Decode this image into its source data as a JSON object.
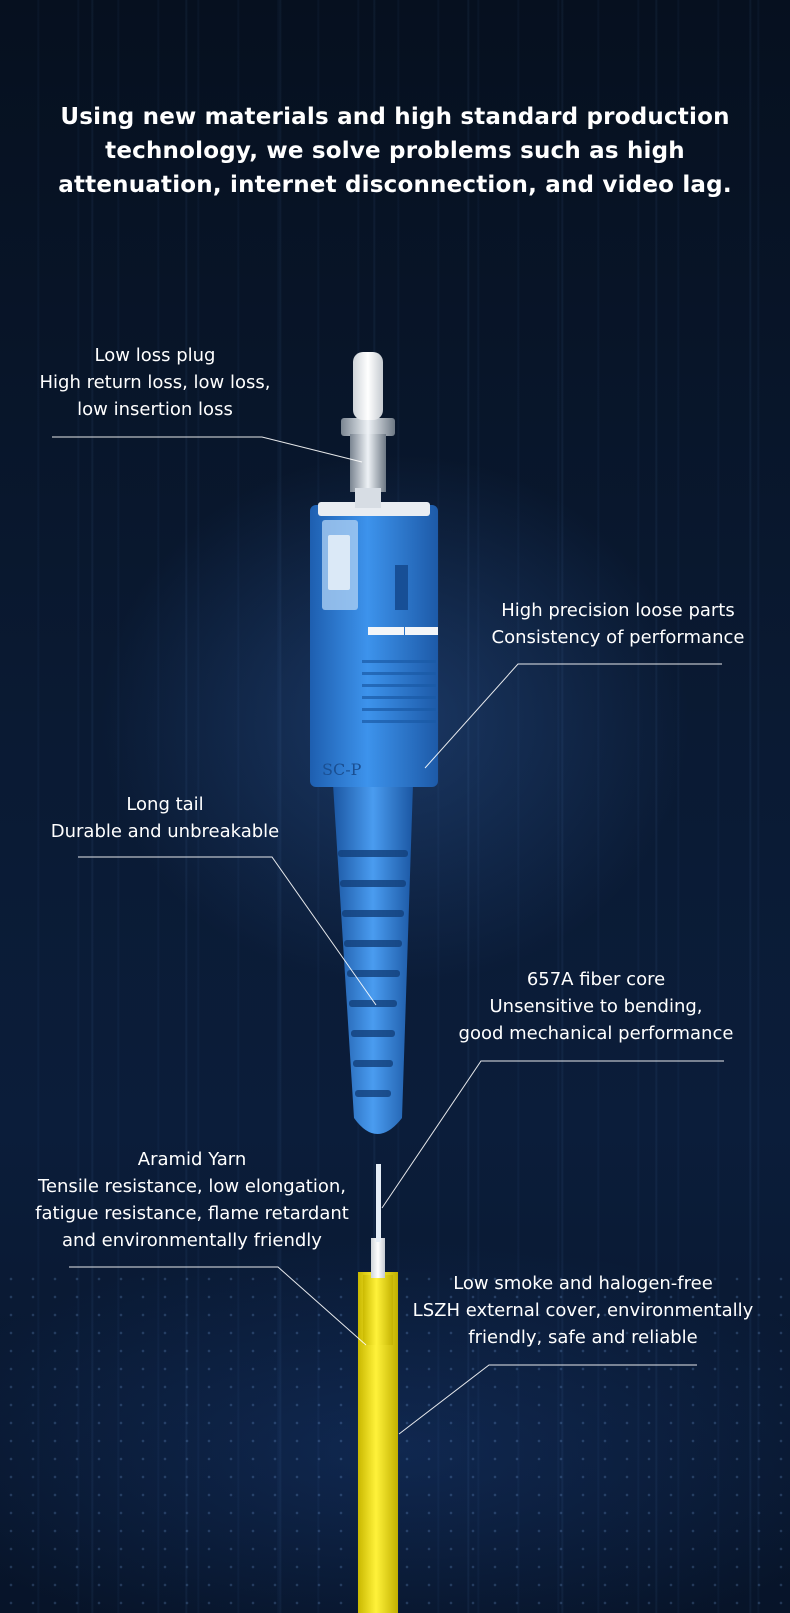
{
  "headline": "Using new materials and high standard production technology, we solve problems such as high attenuation, internet disconnection, and video lag.",
  "connector_marking": "SC-P",
  "colors": {
    "background": "#0a1a33",
    "connector_blue": "#2f7fd6",
    "cable_yellow": "#f2e21a",
    "text": "#ffffff"
  },
  "callouts": [
    {
      "title": "Low loss plug",
      "lines": [
        "High return loss, low loss,",
        "low insertion loss"
      ]
    },
    {
      "title": "High precision loose parts",
      "lines": [
        "Consistency of performance"
      ]
    },
    {
      "title": "Long tail",
      "lines": [
        "Durable and unbreakable"
      ]
    },
    {
      "title": "657A fiber core",
      "lines": [
        "Unsensitive to bending,",
        "good mechanical performance"
      ]
    },
    {
      "title": "Aramid Yarn",
      "lines": [
        "Tensile resistance, low elongation,",
        "fatigue resistance, flame retardant",
        "and environmentally friendly"
      ]
    },
    {
      "title": "Low smoke and halogen-free",
      "lines": [
        "LSZH external cover, environmentally",
        "friendly, safe and reliable"
      ]
    }
  ]
}
